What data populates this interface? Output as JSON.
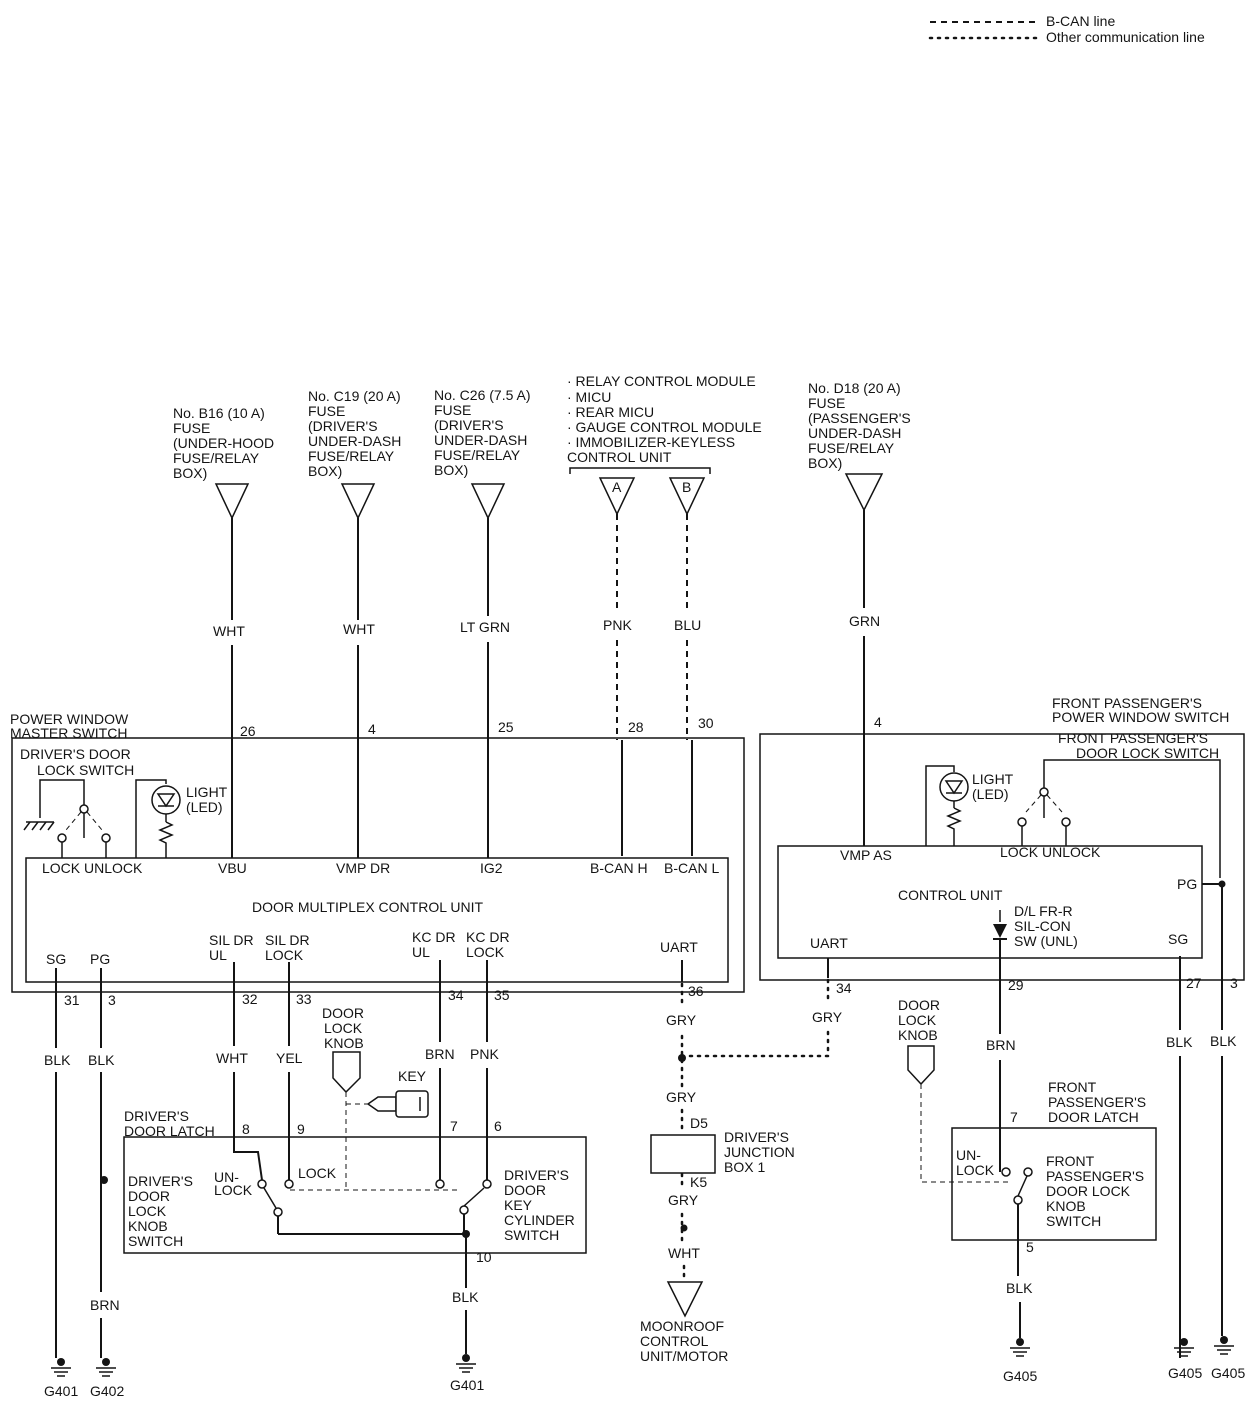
{
  "legend": {
    "bcan": "B-CAN line",
    "other": "Other communication line"
  },
  "sources": {
    "b16": [
      "No. B16 (10 A)",
      "FUSE",
      "(UNDER-HOOD",
      "FUSE/RELAY",
      "BOX)"
    ],
    "c19": [
      "No. C19 (20 A)",
      "FUSE",
      "(DRIVER'S",
      "UNDER-DASH",
      "FUSE/RELAY",
      "BOX)"
    ],
    "c26": [
      "No. C26 (7.5 A)",
      "FUSE",
      "(DRIVER'S",
      "UNDER-DASH",
      "FUSE/RELAY",
      "BOX)"
    ],
    "modules": [
      "· RELAY CONTROL MODULE",
      "· MICU",
      "· REAR MICU",
      "· GAUGE CONTROL MODULE",
      "· IMMOBILIZER-KEYLESS",
      "CONTROL UNIT"
    ],
    "d18": [
      "No. D18 (20 A)",
      "FUSE",
      "(PASSENGER'S",
      "UNDER-DASH",
      "FUSE/RELAY",
      "BOX)"
    ],
    "tri_a": "A",
    "tri_b": "B"
  },
  "wires": {
    "wht1": "WHT",
    "wht2": "WHT",
    "ltgrn": "LT GRN",
    "pnk_top": "PNK",
    "blu": "BLU",
    "grn": "GRN",
    "blk_sg": "BLK",
    "blk_pg": "BLK",
    "wht_ul": "WHT",
    "yel": "YEL",
    "brn_kc": "BRN",
    "pnk_kc": "PNK",
    "gry1": "GRY",
    "gry2": "GRY",
    "gry3": "GRY",
    "gry4": "GRY",
    "wht_moon": "WHT",
    "brn_pg": "BRN",
    "blk_latch": "BLK",
    "brn_pass": "BRN",
    "blk_pass_latch": "BLK",
    "blk_pass_sg": "BLK",
    "blk_pass_pg": "BLK"
  },
  "pins": {
    "p26": "26",
    "p4": "4",
    "p25": "25",
    "p28": "28",
    "p30": "30",
    "p31": "31",
    "p3": "3",
    "p32": "32",
    "p33": "33",
    "p34": "34",
    "p35": "35",
    "p36": "36",
    "latch8": "8",
    "latch9": "9",
    "latch7": "7",
    "latch6": "6",
    "latch10": "10",
    "jb_d5": "D5",
    "jb_k5": "K5",
    "pass4": "4",
    "pass34": "34",
    "pass29": "29",
    "pass27": "27",
    "pass3": "3",
    "pass_latch7": "7",
    "pass_latch5": "5"
  },
  "master": {
    "title": [
      "POWER WINDOW",
      "MASTER SWITCH"
    ],
    "lock_switch": [
      "DRIVER'S DOOR",
      "LOCK SWITCH"
    ],
    "light": [
      "LIGHT",
      "(LED)"
    ],
    "lock_unlock": "LOCK UNLOCK",
    "vbu": "VBU",
    "vmp": "VMP DR",
    "ig2": "IG2",
    "bcanh": "B-CAN H",
    "bcanl": "B-CAN L",
    "unit": "DOOR MULTIPLEX CONTROL UNIT",
    "sg": "SG",
    "pg": "PG",
    "sil_ul": [
      "SIL DR",
      "UL"
    ],
    "sil_lock": [
      "SIL DR",
      "LOCK"
    ],
    "kc_ul": [
      "KC DR",
      "UL"
    ],
    "kc_lock": [
      "KC DR",
      "LOCK"
    ],
    "uart": "UART"
  },
  "latch": {
    "title": [
      "DRIVER'S",
      "DOOR LATCH"
    ],
    "knob": [
      "DOOR",
      "LOCK",
      "KNOB"
    ],
    "key": "KEY",
    "knob_switch": [
      "DRIVER'S",
      "DOOR",
      "LOCK",
      "KNOB",
      "SWITCH"
    ],
    "unlock": [
      "UN-",
      "LOCK"
    ],
    "lock": "LOCK",
    "cyl_switch": [
      "DRIVER'S",
      "DOOR",
      "KEY",
      "CYLINDER",
      "SWITCH"
    ]
  },
  "junction": {
    "label": [
      "DRIVER'S",
      "JUNCTION",
      "BOX 1"
    ]
  },
  "moonroof": {
    "label": [
      "MOONROOF",
      "CONTROL",
      "UNIT/MOTOR"
    ]
  },
  "passenger": {
    "title": [
      "FRONT PASSENGER'S",
      "POWER WINDOW SWITCH"
    ],
    "lock_switch": [
      "FRONT PASSENGER'S",
      "DOOR LOCK SWITCH"
    ],
    "light": [
      "LIGHT",
      "(LED)"
    ],
    "vmp": "VMP AS",
    "lock_unlock": "LOCK UNLOCK",
    "pg": "PG",
    "unit": "CONTROL UNIT",
    "dl": [
      "D/L FR-R",
      "SIL-CON",
      "SW (UNL)"
    ],
    "uart": "UART",
    "sg": "SG"
  },
  "pass_latch": {
    "knob": [
      "DOOR",
      "LOCK",
      "KNOB"
    ],
    "title": [
      "FRONT",
      "PASSENGER'S",
      "DOOR LATCH"
    ],
    "unlock": [
      "UN-",
      "LOCK"
    ],
    "switch": [
      "FRONT",
      "PASSENGER'S",
      "DOOR LOCK",
      "KNOB",
      "SWITCH"
    ]
  },
  "grounds": {
    "g401a": "G401",
    "g402": "G402",
    "g401b": "G401",
    "g405a": "G405",
    "g405b": "G405",
    "g405c": "G405"
  }
}
